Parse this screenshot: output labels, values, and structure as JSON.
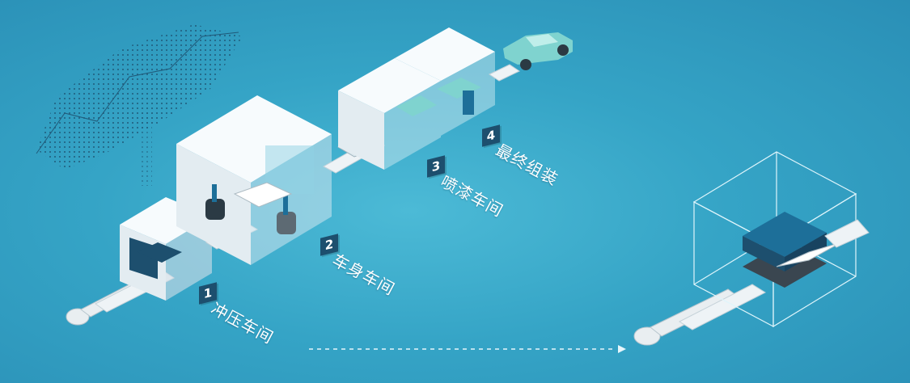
{
  "stages": [
    {
      "number": "1",
      "label": "冲压车间"
    },
    {
      "number": "2",
      "label": "车身车间"
    },
    {
      "number": "3",
      "label": "喷漆车间"
    },
    {
      "number": "4",
      "label": "最终组装"
    }
  ],
  "colors": {
    "background": "#35a4c6",
    "building_wall": "#e9f1f5",
    "building_roof": "#f7fbfd",
    "machine_dark": "#1d4f6e",
    "car": "#7fd3cf",
    "outline": "#dff5fb"
  },
  "icons": [
    "data-cloud-icon",
    "press-machine-icon",
    "robot-arm-icon",
    "car-body-icon",
    "finished-car-icon",
    "steel-coil-icon",
    "dashed-arrow-icon"
  ]
}
